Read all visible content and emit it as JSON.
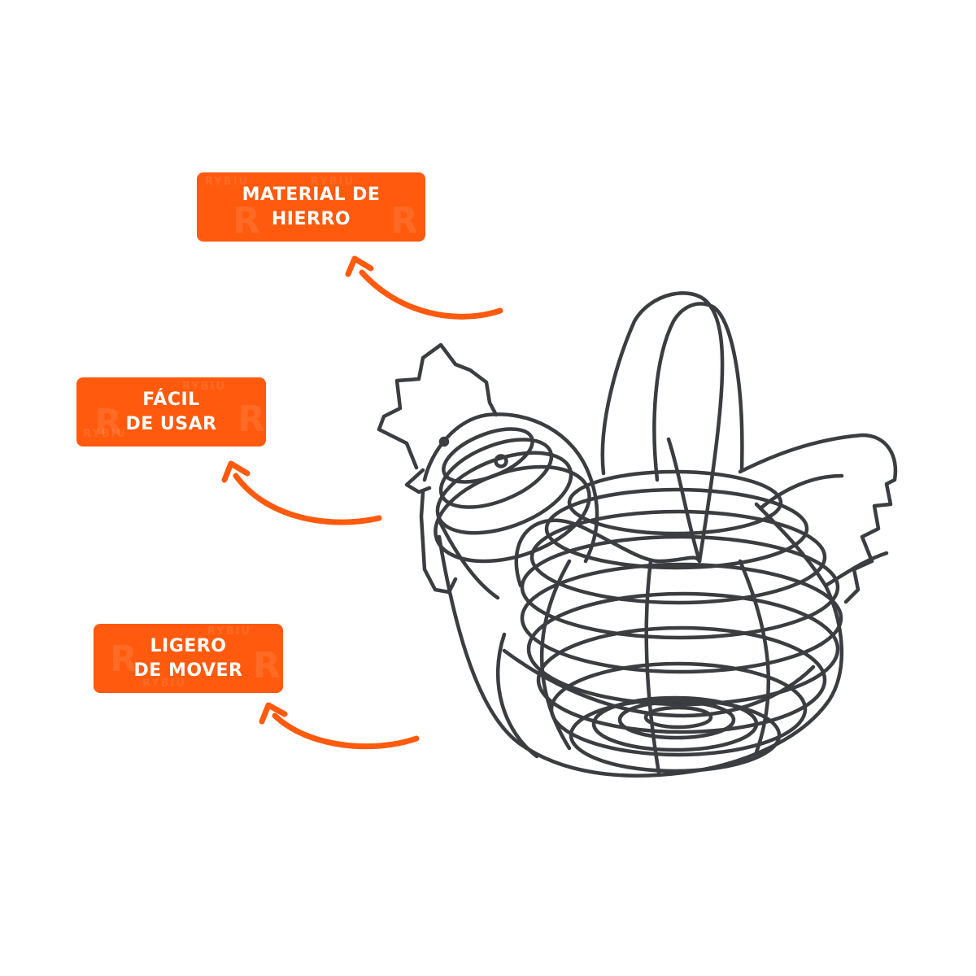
{
  "colors": {
    "background": "#ffffff",
    "accent": "#ff5a0d",
    "badge_text": "#ffffff",
    "wire": "#3b3d40"
  },
  "badges": [
    {
      "name": "material",
      "lines": [
        "MATERIAL DE",
        "HIERRO"
      ]
    },
    {
      "name": "facil",
      "lines": [
        "FÁCIL",
        "DE USAR"
      ]
    },
    {
      "name": "ligero",
      "lines": [
        "LIGERO",
        "DE MOVER"
      ]
    }
  ],
  "watermark": {
    "brand": "RYBIU",
    "letter": "R"
  },
  "illustration": {
    "icon": "chicken-wire-basket-icon"
  },
  "arrows": {
    "icon": "curved-arrow-icon"
  }
}
